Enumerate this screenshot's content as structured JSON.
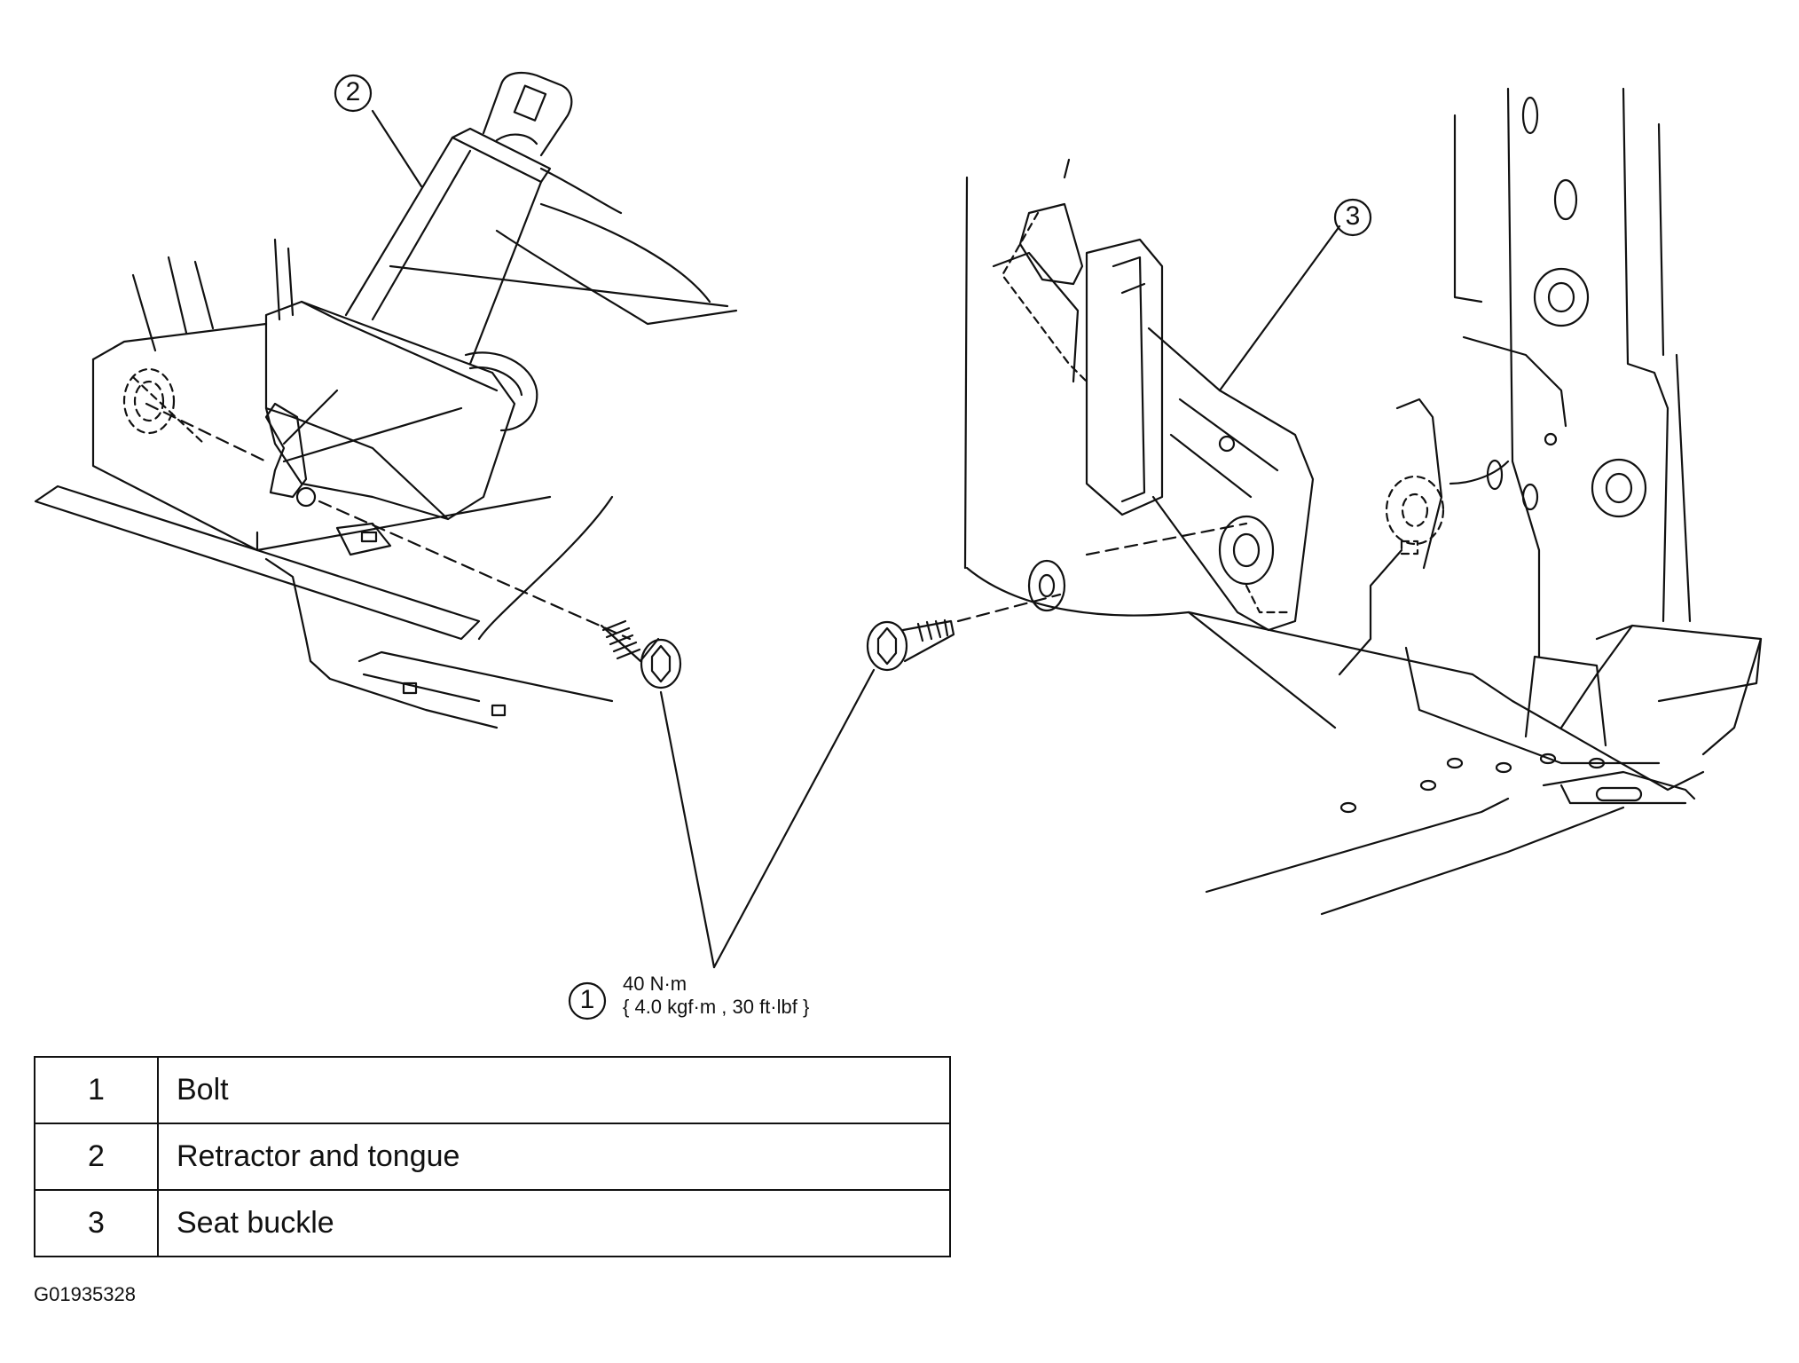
{
  "callouts": {
    "c1": "1",
    "c2": "2",
    "c3": "3"
  },
  "torque": {
    "line1": "40 N·m",
    "line2": "{ 4.0 kgf·m , 30 ft·lbf }"
  },
  "legend": [
    {
      "num": "1",
      "desc": "Bolt"
    },
    {
      "num": "2",
      "desc": "Retractor and tongue"
    },
    {
      "num": "3",
      "desc": "Seat buckle"
    }
  ],
  "figure_id": "G01935328"
}
